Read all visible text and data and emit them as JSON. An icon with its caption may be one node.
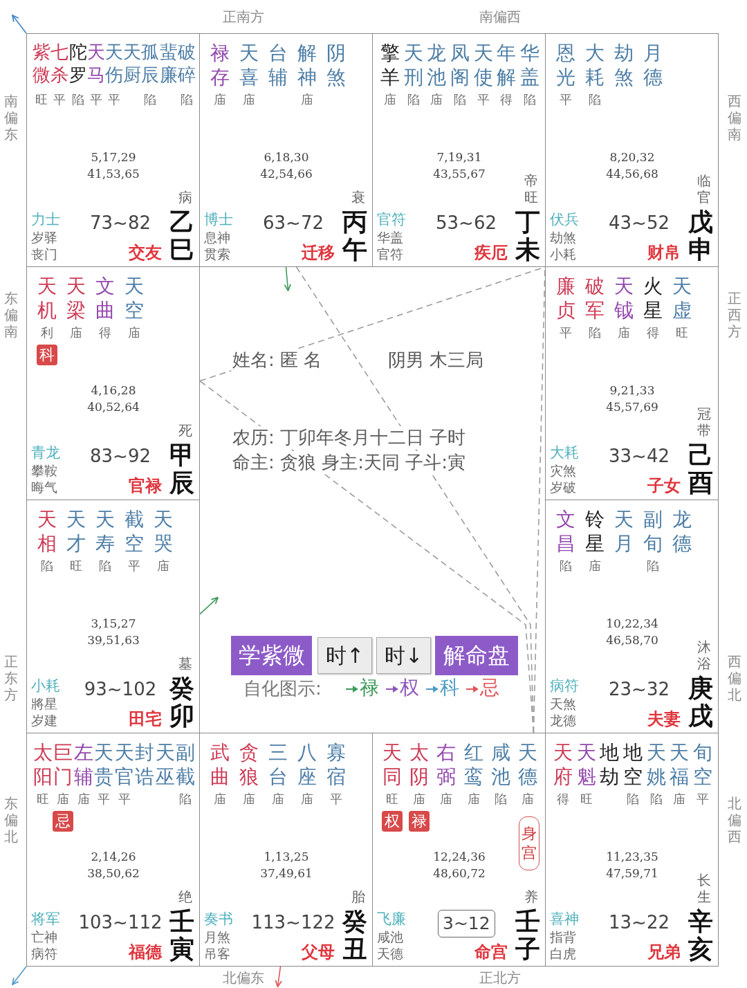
{
  "diagram": {
    "nodes": [
      {
        "text": [
          "紫微",
          "七杀",
          "陀罗",
          "天马",
          "天伤",
          "天厨",
          "孤辰",
          "蜚廉",
          "破碎",
          "旺",
          "平",
          "陷",
          "平",
          "平",
          "陷",
          "陷",
          "5,17,29 41,53,65",
          "力士",
          "岁驿",
          "丧门",
          "73~82",
          "病",
          "交友",
          "乙巳"
        ],
        "beside": [
          "南偏东"
        ]
      },
      {
        "text": [
          "禄存",
          "天喜",
          "台辅",
          "解神",
          "阴煞",
          "庙",
          "庙",
          "庙",
          "6,18,30 42,54,66",
          "博士",
          "息神",
          "贯索",
          "63~72",
          "衰",
          "迁移",
          "丙午"
        ],
        "beside": [
          "正南方"
        ]
      },
      {
        "text": [
          "擎羊",
          "天刑",
          "龙池",
          "凤阁",
          "天使",
          "年解",
          "华盖",
          "庙",
          "陷",
          "庙",
          "陷",
          "平",
          "得",
          "陷",
          "7,19,31 43,55,67",
          "官符",
          "华盖",
          "官符",
          "53~62",
          "帝旺",
          "疾厄",
          "丁未"
        ],
        "beside": [
          "南偏西"
        ]
      },
      {
        "text": [
          "恩光",
          "大耗",
          "劫煞",
          "月德",
          "平",
          "陷",
          "8,20,32 44,56,68",
          "伏兵",
          "劫煞",
          "小耗",
          "43~52",
          "临官",
          "财帛",
          "戊申"
        ],
        "beside": [
          "西偏南"
        ]
      },
      {
        "text": [
          "天机",
          "天梁",
          "文曲",
          "天空",
          "利",
          "庙",
          "得",
          "庙",
          "4,16,28 40,52,64",
          "青龙",
          "攀鞍",
          "晦气",
          "83~92",
          "死",
          "官禄",
          "甲辰"
        ],
        "beside": [
          "东偏南"
        ]
      },
      {
        "text": [
          "科"
        ],
        "in": 4
      },
      {
        "text": [
          "姓名: 匿 名",
          "阴男 木三局",
          "农历: 丁卯年冬月十二日 子时",
          "命主: 贪狼 身主:天同 子斗:寅"
        ]
      },
      {
        "text": [
          "学紫微"
        ],
        "in": 6
      },
      {
        "text": [
          "时↑"
        ],
        "in": 6
      },
      {
        "text": [
          "时↓"
        ],
        "in": 6
      },
      {
        "text": [
          "解命盘"
        ],
        "in": 6
      },
      {
        "text": [
          "廉贞",
          "破军",
          "天钺",
          "火星",
          "天虚",
          "平",
          "陷",
          "庙",
          "得",
          "旺",
          "9,21,33 45,57,69",
          "大耗",
          "灾煞",
          "岁破",
          "33~42",
          "冠带",
          "子女",
          "己酉"
        ],
        "beside": [
          "正西方"
        ]
      },
      {
        "text": [
          "天相",
          "天才",
          "天寿",
          "截空",
          "天哭",
          "陷",
          "旺",
          "陷",
          "平",
          "庙",
          "3,15,27 39,51,63",
          "小耗",
          "將星",
          "岁建",
          "93~102",
          "墓",
          "田宅",
          "癸卯"
        ],
        "beside": [
          "正东方"
        ]
      },
      {
        "text": [
          "文昌",
          "铃星",
          "天月",
          "副旬",
          "龙德",
          "陷",
          "庙",
          "陷",
          "10,22,34 46,58,70",
          "病符",
          "天煞",
          "龙德",
          "23~32",
          "沐浴",
          "夫妻",
          "庚戌"
        ],
        "beside": [
          "西偏北"
        ]
      },
      {
        "text": [
          "太阳",
          "巨门",
          "左辅",
          "天贵",
          "天官",
          "封诰",
          "天巫",
          "副截",
          "旺",
          "庙",
          "庙",
          "平",
          "平",
          "陷",
          "2,14,26 38,50,62",
          "将军",
          "亡神",
          "病符",
          "103~112",
          "绝",
          "福德",
          "壬寅"
        ],
        "beside": [
          "东偏北"
        ]
      },
      {
        "text": [
          "忌"
        ],
        "in": 14
      },
      {
        "text": [
          "武曲",
          "贪狼",
          "三台",
          "八座",
          "寡宿",
          "庙",
          "庙",
          "庙",
          "庙",
          "平",
          "1,13,25 37,49,61",
          "奏书",
          "月煞",
          "吊客",
          "113~122",
          "胎",
          "父母",
          "癸丑"
        ],
        "beside": [
          "北偏东"
        ]
      },
      {
        "text": [
          "天同",
          "太阴",
          "右弼",
          "红鸾",
          "咸池",
          "天德",
          "旺",
          "庙",
          "庙",
          "庙",
          "陷",
          "庙",
          "12,24,36 48,60,72",
          "飞廉",
          "咸池",
          "天德",
          "养",
          "命宫",
          "壬子"
        ],
        "beside": [
          "正北方"
        ]
      },
      {
        "text": [
          "权"
        ],
        "in": 17
      },
      {
        "text": [
          "禄"
        ],
        "in": 17
      },
      {
        "text": [
          "身宫"
        ],
        "in": 17
      },
      {
        "text": [
          "3~12"
        ],
        "in": 17
      },
      {
        "text": [
          "天府",
          "天魁",
          "地劫",
          "地空",
          "天姚",
          "天福",
          "旬空",
          "得",
          "旺",
          "陷",
          "陷",
          "庙",
          "平",
          "11,23,35 47,59,71",
          "喜神",
          "指背",
          "白虎",
          "13~22",
          "长生",
          "兄弟",
          "辛亥"
        ],
        "beside": [
          "北偏西"
        ]
      }
    ],
    "edges": [
      {
        "from": 17,
        "to": 4,
        "arrow": "none",
        "style": "dashed"
      },
      {
        "from": 17,
        "to": 3,
        "arrow": "none",
        "style": "dashed"
      },
      {
        "from": 17,
        "to": 1,
        "arrow": "none",
        "style": "dashed"
      },
      {
        "from": 4,
        "to": 3,
        "arrow": "none",
        "style": "dashed"
      },
      {
        "from": 0,
        "to": null,
        "arrow": "to",
        "color": "#3f86c6"
      },
      {
        "from": 1,
        "to": null,
        "arrow": "to",
        "color": "#3f9a5c"
      },
      {
        "from": 12,
        "to": null,
        "arrow": "to",
        "color": "#3f9a5c"
      },
      {
        "from": 14,
        "to": null,
        "arrow": "to",
        "color": "#4f9cc6"
      },
      {
        "from": 16,
        "to": null,
        "arrow": "to",
        "color": "#e0555a"
      }
    ],
    "labels": [
      "自化图示:"
    ],
    "legend": [
      {
        "text": "禄",
        "color": "#3f9a5c"
      },
      {
        "text": "权",
        "color": "#8e55b8"
      },
      {
        "text": "科",
        "color": "#4f9cc6"
      },
      {
        "text": "忌",
        "color": "#e0555a"
      }
    ]
  }
}
